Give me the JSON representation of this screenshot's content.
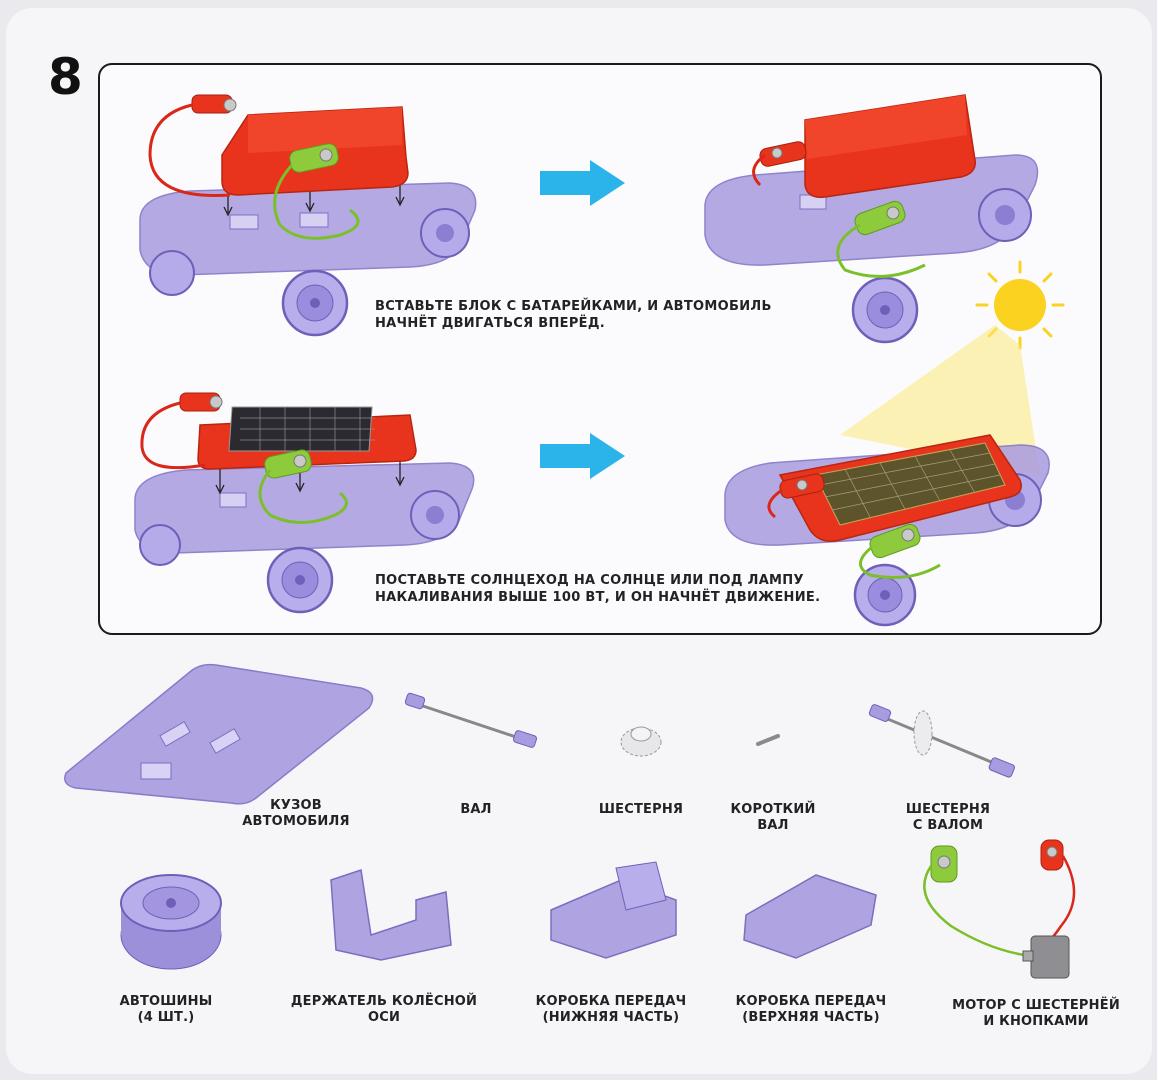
{
  "step": {
    "number": "8"
  },
  "instructions": [
    {
      "text": "ВСТАВЬТЕ БЛОК С БАТАРЕЙКАМИ, И АВТОМОБИЛЬ\nНАЧНЁТ ДВИГАТЬСЯ ВПЕРЁД."
    },
    {
      "text": "ПОСТАВЬТЕ СОЛНЦЕХОД НА СОЛНЦЕ ИЛИ ПОД ЛАМПУ\nНАКАЛИВАНИЯ ВЫШЕ 100 ВТ, И ОН НАЧНЁТ ДВИЖЕНИЕ."
    }
  ],
  "parts": [
    {
      "label": "КУЗОВ\nАВТОМОБИЛЯ"
    },
    {
      "label": "ВАЛ"
    },
    {
      "label": "ШЕСТЕРНЯ"
    },
    {
      "label": "КОРОТКИЙ\nВАЛ"
    },
    {
      "label": "ШЕСТЕРНЯ\nС ВАЛОМ"
    },
    {
      "label": "АВТОШИНЫ\n(4 ШТ.)"
    },
    {
      "label": "ДЕРЖАТЕЛЬ КОЛЁСНОЙ\nОСИ"
    },
    {
      "label": "КОРОБКА ПЕРЕДАЧ\n(НИЖНЯЯ ЧАСТЬ)"
    },
    {
      "label": "КОРОБКА ПЕРЕДАЧ\n(ВЕРХНЯЯ ЧАСТЬ)"
    },
    {
      "label": "МОТОР С ШЕСТЕРНЁЙ\nИ КНОПКАМИ"
    }
  ],
  "colors": {
    "plastic": "#a99be0",
    "plastic_dark": "#7d6fc4",
    "battery_box": "#e8341c",
    "arrow": "#2bb4ea",
    "sun": "#fbd21f",
    "solar_panel": "#2a2a30",
    "green_clip": "#8ecb3c"
  }
}
